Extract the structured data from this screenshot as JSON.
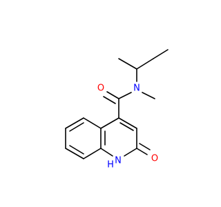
{
  "molecule": {
    "atoms": {
      "amide_oxygen": "O",
      "amide_nitrogen": "N",
      "ring_nitrogen": "N",
      "ring_nitrogen_h": "H",
      "keto_oxygen": "O"
    },
    "colors": {
      "bond": "#000000",
      "oxygen": "#ff0000",
      "nitrogen": "#0000ff"
    }
  }
}
